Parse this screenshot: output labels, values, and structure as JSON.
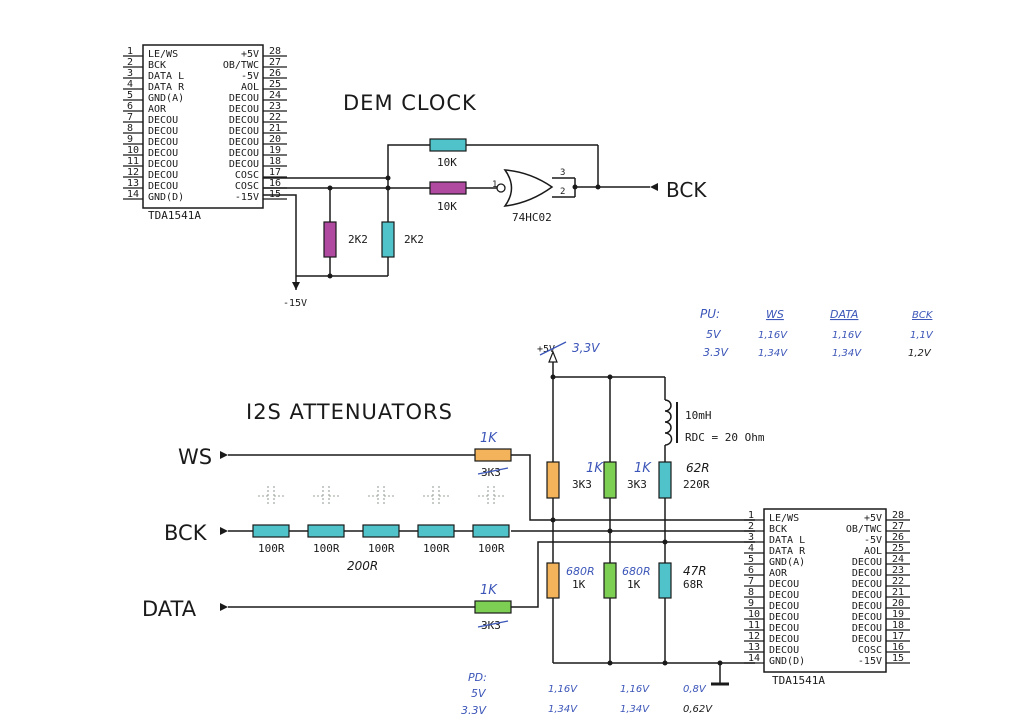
{
  "colors": {
    "ink": "#1a1a1a",
    "handwriting_blue": "#3b55b8",
    "resistor_cyan": "#4fc3c9",
    "resistor_magenta": "#b04aa0",
    "resistor_orange": "#f2b35a",
    "resistor_green": "#7ccf52"
  },
  "top": {
    "title": "DEM CLOCK",
    "chip_name": "TDA1541A",
    "gate_name": "74HC02",
    "bck_label": "BCK",
    "r_top_label": "10K",
    "r_mid_label": "10K",
    "r_left_label": "2K2",
    "r_right_label": "2K2",
    "supply_label": "-15V",
    "gate_pin1": "1",
    "gate_pin2": "2",
    "gate_pin3": "3"
  },
  "bottom": {
    "title": "I2S ATTENUATORS",
    "ws_label": "WS",
    "bck_label": "BCK",
    "data_label": "DATA",
    "chip_name": "TDA1541A",
    "supply_old": "+5V",
    "supply_new": "3,3V",
    "inductor_value": "10mH",
    "inductor_rdc": "RDC = 20 Ohm",
    "r_ws_new": "1K",
    "r_ws_old": "3K3",
    "r_data_new": "1K",
    "r_data_old": "3K3",
    "bck_series_labels": [
      "100R",
      "100R",
      "100R",
      "100R",
      "100R"
    ],
    "bck_series_total": "200R",
    "up_ws_new": "1K",
    "up_ws_old": "3K3",
    "up_bck_new": "1K",
    "up_bck_old": "3K3",
    "up_data_new": "62R",
    "up_data_old": "220R",
    "dn_ws_old": "680R",
    "dn_ws_new": "1K",
    "dn_bck_old": "680R",
    "dn_bck_new": "1K",
    "dn_data_new": "47R",
    "dn_data_old": "68R",
    "pu_table": {
      "header": [
        "PU:",
        "WS",
        "DATA",
        "BCK"
      ],
      "rows": [
        [
          "5V",
          "1,16V",
          "1,16V",
          "1,1V"
        ],
        [
          "3.3V",
          "1,34V",
          "1,34V",
          "1,2V"
        ]
      ]
    },
    "pd_table": {
      "header": "PD:",
      "rows": [
        [
          "5V",
          "1,16V",
          "1,16V",
          "0,8V"
        ],
        [
          "3.3V",
          "1,34V",
          "1,34V",
          "0,62V"
        ]
      ]
    }
  },
  "chip_pins": {
    "left": [
      {
        "n": "1",
        "name": "LE/WS"
      },
      {
        "n": "2",
        "name": "BCK"
      },
      {
        "n": "3",
        "name": "DATA L"
      },
      {
        "n": "4",
        "name": "DATA R"
      },
      {
        "n": "5",
        "name": "GND(A)"
      },
      {
        "n": "6",
        "name": "AOR"
      },
      {
        "n": "7",
        "name": "DECOU"
      },
      {
        "n": "8",
        "name": "DECOU"
      },
      {
        "n": "9",
        "name": "DECOU"
      },
      {
        "n": "10",
        "name": "DECOU"
      },
      {
        "n": "11",
        "name": "DECOU"
      },
      {
        "n": "12",
        "name": "DECOU"
      },
      {
        "n": "13",
        "name": "DECOU"
      },
      {
        "n": "14",
        "name": "GND(D)"
      }
    ],
    "right": [
      {
        "n": "28",
        "name": "+5V"
      },
      {
        "n": "27",
        "name": "OB/TWC"
      },
      {
        "n": "26",
        "name": "-5V"
      },
      {
        "n": "25",
        "name": "AOL"
      },
      {
        "n": "24",
        "name": "DECOU"
      },
      {
        "n": "23",
        "name": "DECOU"
      },
      {
        "n": "22",
        "name": "DECOU"
      },
      {
        "n": "21",
        "name": "DECOU"
      },
      {
        "n": "20",
        "name": "DECOU"
      },
      {
        "n": "19",
        "name": "DECOU"
      },
      {
        "n": "18",
        "name": "DECOU"
      },
      {
        "n": "17",
        "name": "DECOU"
      },
      {
        "n": "16",
        "name": "COSC"
      },
      {
        "n": "15",
        "name": "-15V"
      }
    ],
    "top_chip_left": [
      {
        "n": "1",
        "name": "LE/WS"
      },
      {
        "n": "2",
        "name": "BCK"
      },
      {
        "n": "3",
        "name": "DATA L"
      },
      {
        "n": "4",
        "name": "DATA R"
      },
      {
        "n": "5",
        "name": "GND(A)"
      },
      {
        "n": "6",
        "name": "AOR"
      },
      {
        "n": "7",
        "name": "DECOU"
      },
      {
        "n": "8",
        "name": "DECOU"
      },
      {
        "n": "9",
        "name": "DECOU"
      },
      {
        "n": "10",
        "name": "DECOU"
      },
      {
        "n": "11",
        "name": "DECOU"
      },
      {
        "n": "12",
        "name": "DECOU"
      },
      {
        "n": "13",
        "name": "DECOU"
      },
      {
        "n": "14",
        "name": "GND(D)"
      }
    ],
    "top_chip_right": [
      {
        "n": "28",
        "name": "+5V"
      },
      {
        "n": "27",
        "name": "OB/TWC"
      },
      {
        "n": "26",
        "name": "-5V"
      },
      {
        "n": "25",
        "name": "AOL"
      },
      {
        "n": "24",
        "name": "DECOU"
      },
      {
        "n": "23",
        "name": "DECOU"
      },
      {
        "n": "22",
        "name": "DECOU"
      },
      {
        "n": "21",
        "name": "DECOU"
      },
      {
        "n": "20",
        "name": "DECOU"
      },
      {
        "n": "19",
        "name": "DECOU"
      },
      {
        "n": "18",
        "name": "DECOU"
      },
      {
        "n": "17",
        "name": "COSC"
      },
      {
        "n": "16",
        "name": "COSC"
      },
      {
        "n": "15",
        "name": "-15V"
      }
    ]
  }
}
